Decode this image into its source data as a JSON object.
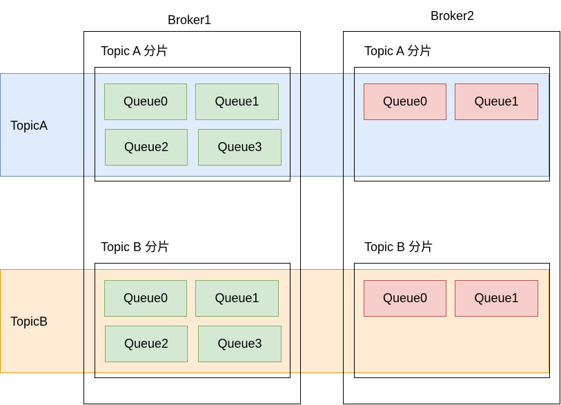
{
  "brokers": [
    {
      "label": "Broker1"
    },
    {
      "label": "Broker2"
    }
  ],
  "topics": [
    {
      "label": "TopicA"
    },
    {
      "label": "TopicB"
    }
  ],
  "partitions": {
    "b1_topic_a": "Topic A 分片",
    "b1_topic_b": "Topic B 分片",
    "b2_topic_a": "Topic A 分片",
    "b2_topic_b": "Topic B 分片"
  },
  "queues": {
    "b1_a": [
      "Queue0",
      "Queue1",
      "Queue2",
      "Queue3"
    ],
    "b1_b": [
      "Queue0",
      "Queue1",
      "Queue2",
      "Queue3"
    ],
    "b2_a": [
      "Queue0",
      "Queue1"
    ],
    "b2_b": [
      "Queue0",
      "Queue1"
    ]
  },
  "colors": {
    "topic_a_fill": "#dae8fc",
    "topic_a_stroke": "#6c8ebf",
    "topic_b_fill": "#ffe6cc",
    "topic_b_stroke": "#d79b00",
    "queue_green_fill": "#d5e8d4",
    "queue_green_stroke": "#82b366",
    "queue_red_fill": "#f8cecc",
    "queue_red_stroke": "#b85450"
  }
}
